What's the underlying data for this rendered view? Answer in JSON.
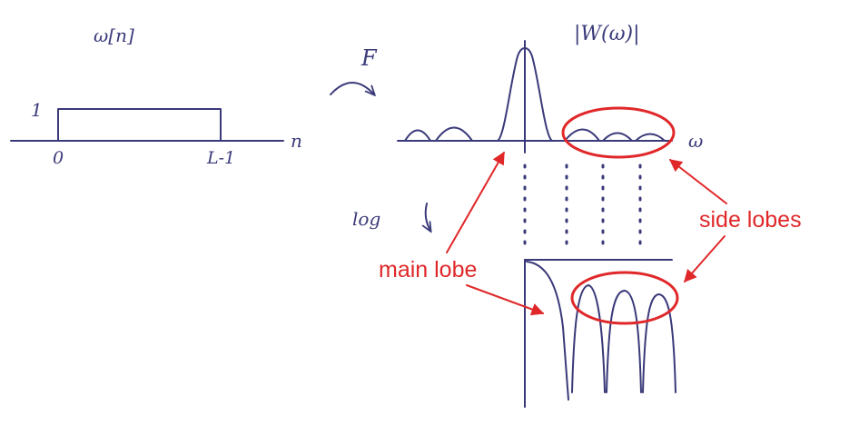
{
  "left_plot": {
    "title": "ω[n]",
    "y_tick": "1",
    "x_tick_start": "0",
    "x_tick_end": "L-1",
    "axis_label": "n"
  },
  "transform_label": "F",
  "right_plot": {
    "title": "|W(ω)|",
    "axis_label": "ω"
  },
  "log_label": "log",
  "annotations": {
    "main_lobe": "main lobe",
    "side_lobes": "side lobes"
  },
  "colors": {
    "ink": "#3a3a7a",
    "annotation": "#e0282a"
  }
}
